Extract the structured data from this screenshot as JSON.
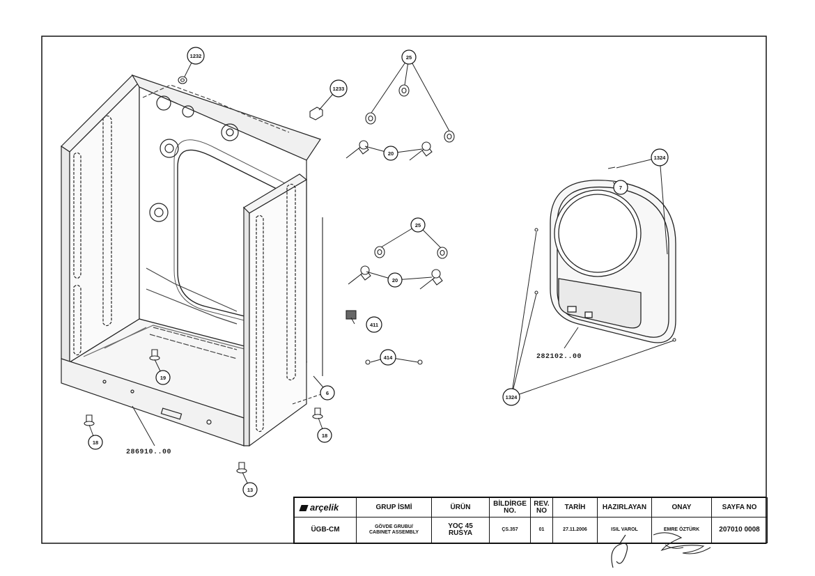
{
  "drawing": {
    "callouts": {
      "c1232": "1232",
      "c1233": "1233",
      "c25a": "25",
      "c20a": "20",
      "c25b": "25",
      "c20b": "20",
      "c411": "411",
      "c414": "414",
      "c1324a": "1324",
      "c7": "7",
      "c1324b": "1324",
      "c6": "6",
      "c19a": "19",
      "c18a": "18",
      "c18b": "18",
      "c13": "13"
    },
    "part_numbers": {
      "cabinet": "286910..00",
      "panel": "282102..00"
    }
  },
  "title_block": {
    "logo": "arçelik",
    "headers": {
      "group": "GRUP İSMİ",
      "product": "ÜRÜN",
      "notice_line1": "BİLDİRGE",
      "notice_line2": "NO.",
      "rev_line1": "REV.",
      "rev_line2": "NO",
      "date": "TARİH",
      "prepared": "HAZIRLAYAN",
      "approved": "ONAY",
      "page": "SAYFA NO"
    },
    "values": {
      "code": "ÜGB-CM",
      "group_line1": "GÖVDE GRUBU/",
      "group_line2": "CABINET ASSEMBLY",
      "product_line1": "YOÇ 45",
      "product_line2": "RUSYA",
      "notice": "ÇS.357",
      "rev": "01",
      "date": "27.11.2006",
      "prepared": "ISIL VAROL",
      "approved": "EMRE ÖZTÜRK",
      "page": "207010 0008"
    }
  }
}
